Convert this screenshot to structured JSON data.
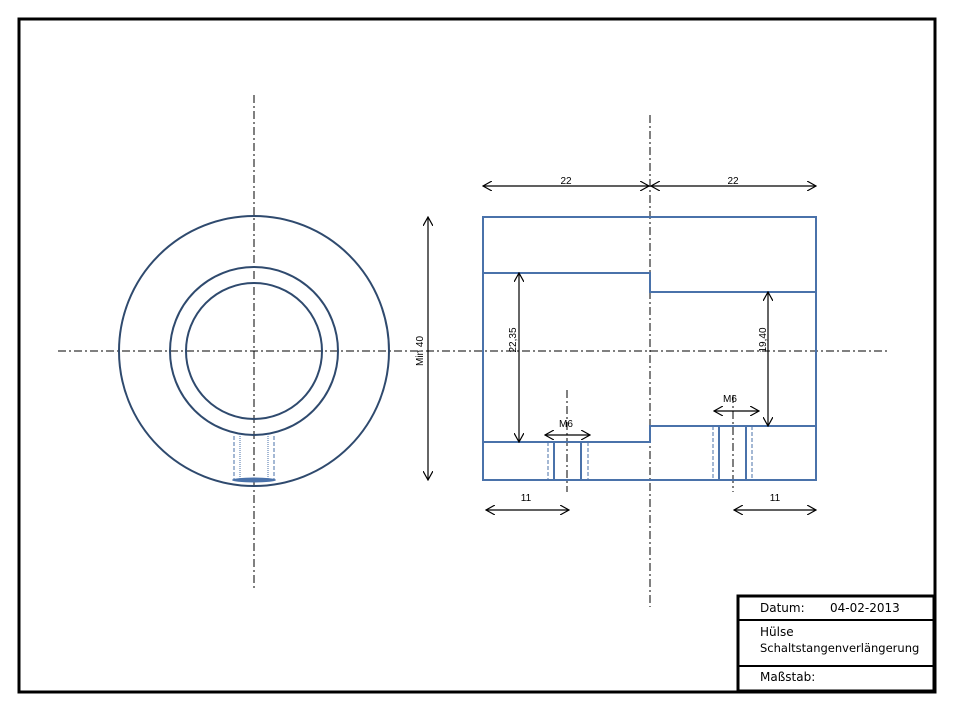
{
  "colors": {
    "outline": "#4a72aa",
    "circles": "#2f4a6e",
    "border": "#000000"
  },
  "dimensions": {
    "top_left_width": "22",
    "top_right_width": "22",
    "overall_diameter": "Min 40",
    "bore_left": "22,35",
    "bore_right": "19,40",
    "thread_left": "M6",
    "thread_right": "M6",
    "hole_left_offset": "11",
    "hole_right_offset": "11"
  },
  "title_block": {
    "date_label": "Datum:",
    "date_value": "04-02-2013",
    "part_line1": "Hülse",
    "part_line2": "Schaltstangenverlängerung",
    "scale_label": "Maßstab:"
  }
}
